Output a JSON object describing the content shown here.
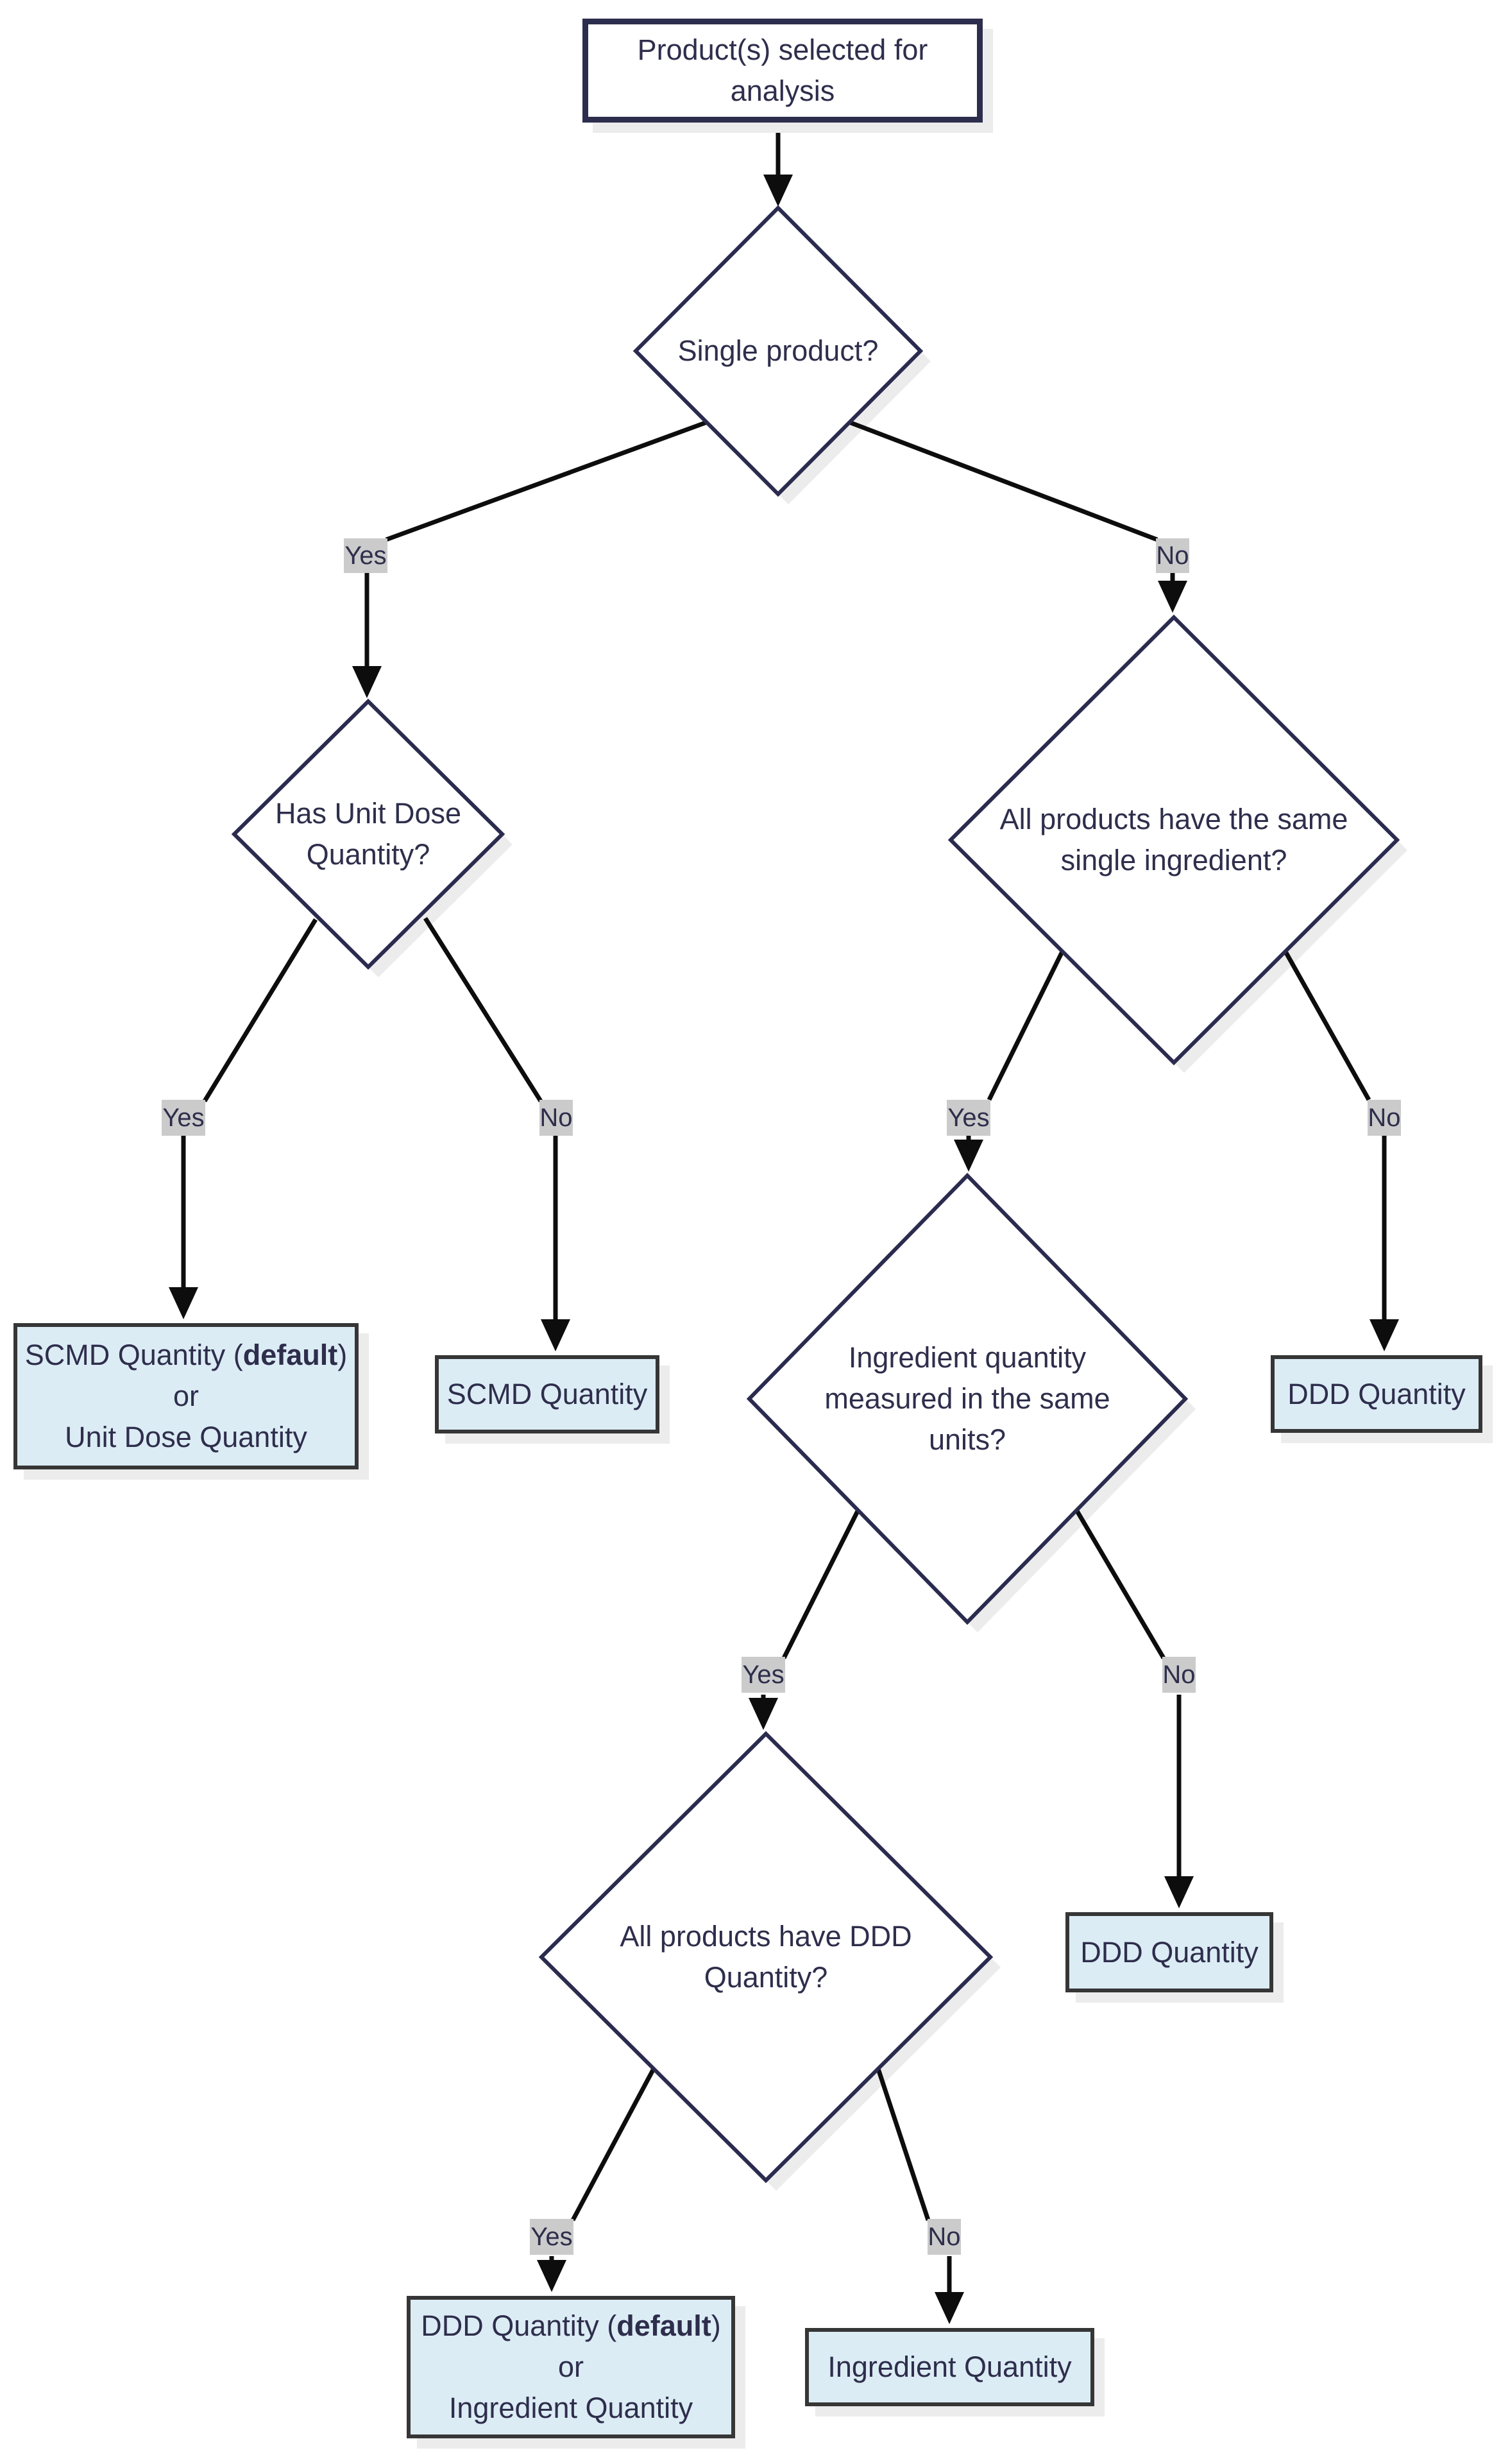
{
  "nodes": {
    "start": {
      "line1": "Product(s) selected for",
      "line2": "analysis"
    },
    "single_product": {
      "line1": "Single product?"
    },
    "has_unit_dose": {
      "line1": "Has Unit Dose",
      "line2": "Quantity?"
    },
    "same_single_ingredient": {
      "line1": "All products have the same",
      "line2": "single ingredient?"
    },
    "same_units": {
      "line1": "Ingredient quantity",
      "line2": "measured in the same",
      "line3": "units?"
    },
    "all_have_ddd": {
      "line1": "All products have DDD",
      "line2": "Quantity?"
    },
    "scmd_or_unit_dose": {
      "line1_prefix": "SCMD Quantity (",
      "line1_bold": "default",
      "line1_suffix": ")",
      "line2": "or",
      "line3": "Unit Dose Quantity"
    },
    "scmd_quantity": {
      "line1": "SCMD Quantity"
    },
    "ddd_quantity_right": {
      "line1": "DDD Quantity"
    },
    "ddd_quantity_mid": {
      "line1": "DDD Quantity"
    },
    "ddd_or_ingredient": {
      "line1_prefix": "DDD Quantity (",
      "line1_bold": "default",
      "line1_suffix": ")",
      "line2": "or",
      "line3": "Ingredient Quantity"
    },
    "ingredient_quantity": {
      "line1": "Ingredient Quantity"
    }
  },
  "edge_labels": {
    "yes": "Yes",
    "no": "No"
  },
  "colors": {
    "background": "#ffffff",
    "text": "#2e2e4c",
    "start_border": "#2d2d4d",
    "decision_border": "#2b2b4f",
    "outcome_fill": "#dcecf5",
    "outcome_border": "#363636",
    "edge_line": "#0d0d0d",
    "label_bg": "#cbcbcb",
    "shadow": "#ececec"
  }
}
